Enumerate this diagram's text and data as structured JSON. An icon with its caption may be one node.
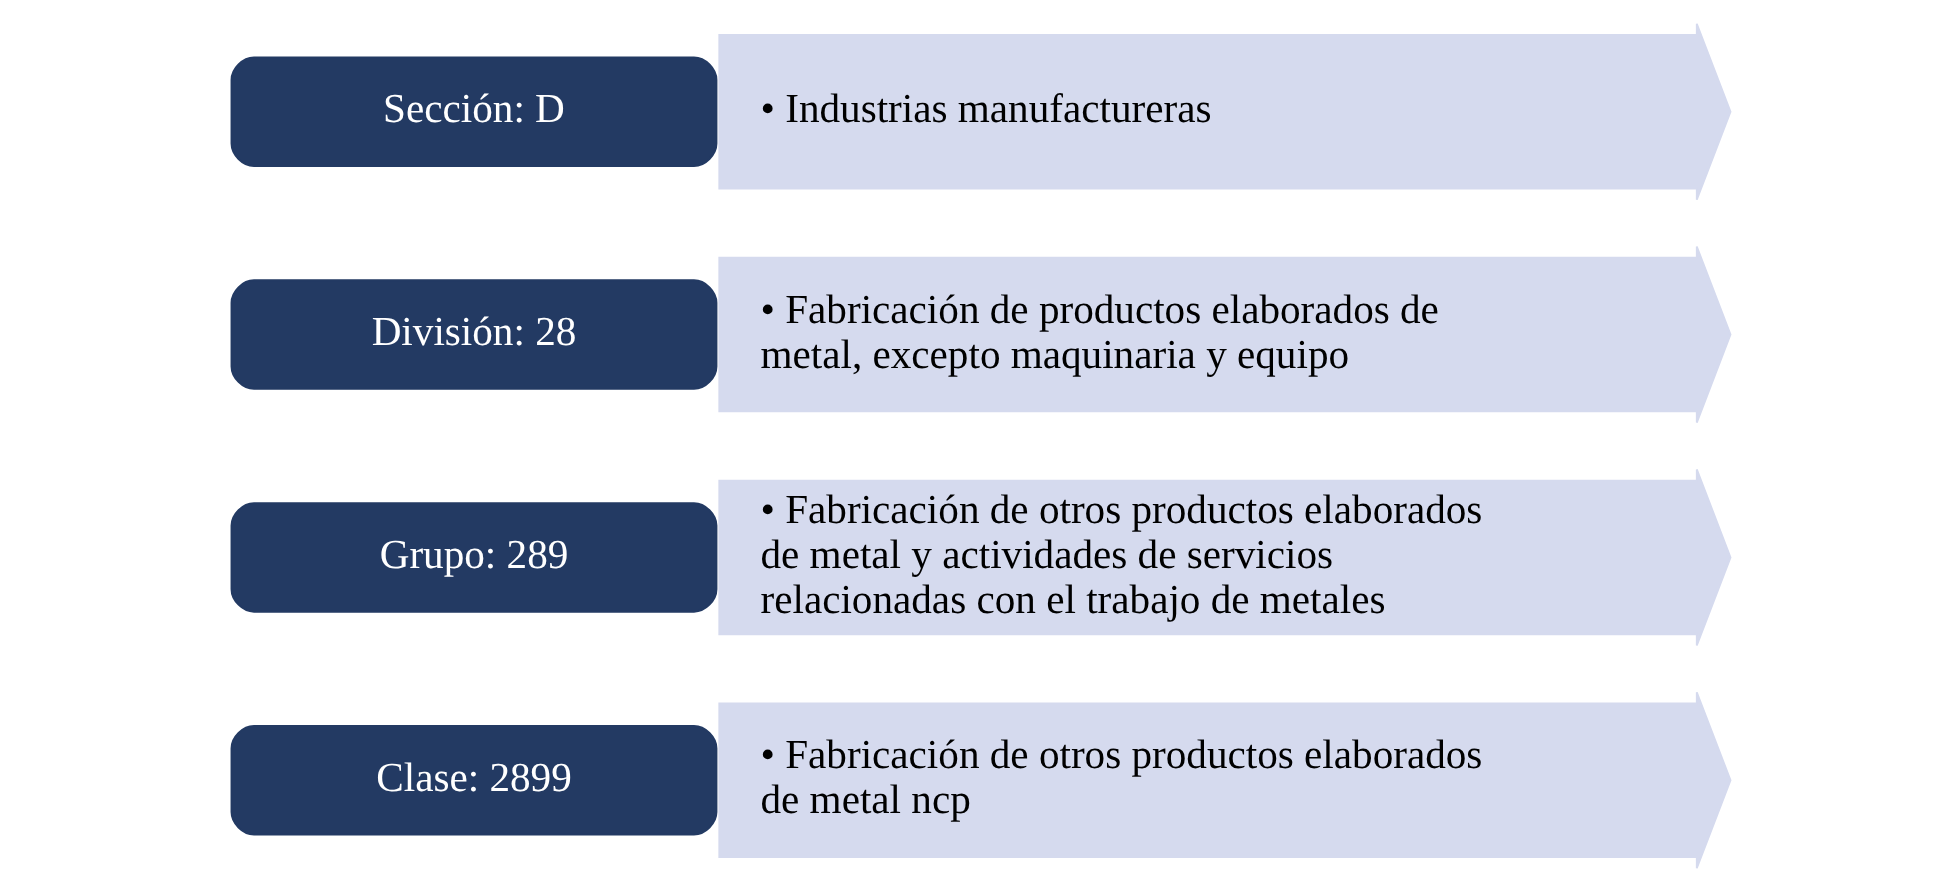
{
  "diagram": {
    "nodes": [
      {
        "text": [
          "Sección: D"
        ]
      },
      {
        "text": [
          "• Industrias manufactureras"
        ]
      },
      {
        "text": [
          "División: 28"
        ]
      },
      {
        "text": [
          "• Fabricación de productos elaborados de metal, excepto maquinaria y equipo"
        ]
      },
      {
        "text": [
          "Grupo: 289"
        ]
      },
      {
        "text": [
          "• Fabricación de otros productos elaborados de metal y actividades de servicios relacionadas con el trabajo de metales"
        ]
      },
      {
        "text": [
          "Clase: 2899"
        ]
      },
      {
        "text": [
          "• Fabricación de otros productos elaborados de metal ncp"
        ]
      }
    ],
    "edges": []
  }
}
